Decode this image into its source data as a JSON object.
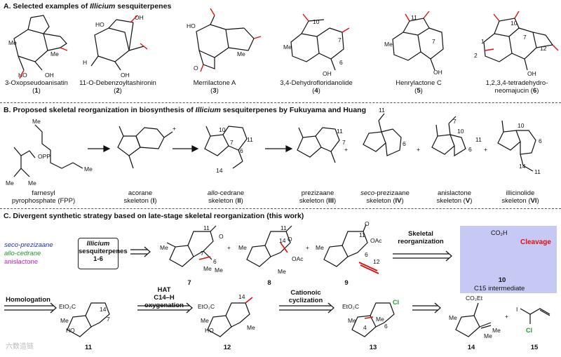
{
  "sectionA": {
    "title_pre": "A. Selected examples of ",
    "title_it": "Illicium",
    "title_post": " sesquiterpenes",
    "compounds": [
      {
        "name": "3-Oxopseudoanisatin",
        "num": "1"
      },
      {
        "name": "11-O-Debenzoyltashironin",
        "num": "2"
      },
      {
        "name": "Merrilactone A",
        "num": "3"
      },
      {
        "name": "3,4-Dehydrofloridanolide",
        "num": "4"
      },
      {
        "name": "Henrylactone C",
        "num": "5"
      },
      {
        "name_line1": "1,2,3,4-tetradehydro-",
        "name_line2": "neomajucin",
        "num": "6"
      }
    ]
  },
  "sectionB": {
    "title_pre": "B. Proposed skeletal reorganization in biosynthesis of ",
    "title_it": "Illicium",
    "title_post": " sesquiterpenes by Fukuyama and Huang",
    "skeletons": [
      {
        "line1": "farnesyl",
        "line2": "pyrophosphate (FPP)"
      },
      {
        "line1": "acorane",
        "line2": "skeleton",
        "num": "I"
      },
      {
        "line1_it": "allo",
        "line1": "-cedrane",
        "line2": "skeleton",
        "num": "II"
      },
      {
        "line1": "prezizaane",
        "line2": "skeleton",
        "num": "III"
      },
      {
        "line1_it": "seco",
        "line1": "-prezizaane",
        "line2": "skeleton",
        "num": "IV"
      },
      {
        "line1": "anislactone",
        "line2": "skeleton",
        "num": "V"
      },
      {
        "line1": "illicinolide",
        "line2": "skeleton",
        "num": "VI"
      }
    ],
    "opp": "OPP",
    "plus": "+"
  },
  "sectionC": {
    "title": "C. Divergent synthetic strategy based on late-stage skeletal reorganization (this work)",
    "legend": [
      {
        "text": "seco-prezizaane",
        "color": "#1b2fd6"
      },
      {
        "text": "allo-cedrane",
        "color": "#1c9a2c"
      },
      {
        "text": "anislactone",
        "color": "#d11ad1"
      }
    ],
    "box_it": "Illicium",
    "box_line2": "sesquiterpenes",
    "box_line3": "1-6",
    "step_skeletal_1": "Skeletal",
    "step_skeletal_2": "reorganization",
    "cleavage": "Cleavage",
    "intermediate": "C15 intermediate",
    "steps": {
      "homologation": "Homologation",
      "hat1": "HAT",
      "hat2": "C14–H",
      "hat3": "oxygenation",
      "cat1": "Cationoic",
      "cat2": "cyclization"
    },
    "compound_nums": [
      "7",
      "8",
      "9",
      "10",
      "11",
      "12",
      "13",
      "14",
      "15"
    ],
    "groups": {
      "co2h": "CO₂H",
      "co2et": "EtO₂C",
      "co2et2": "CO₂Et",
      "oac": "OAc",
      "cl": "Cl",
      "me": "Me",
      "ho": "HO",
      "oh": "OH",
      "h": "H",
      "o": "O",
      "i": "I"
    }
  },
  "watermark": "六数造链",
  "colors": {
    "red": "#e01010",
    "green": "#1c9a2c",
    "blue": "#1b2fd6",
    "magenta": "#d11ad1",
    "purple_box": "#c7c9f5"
  }
}
